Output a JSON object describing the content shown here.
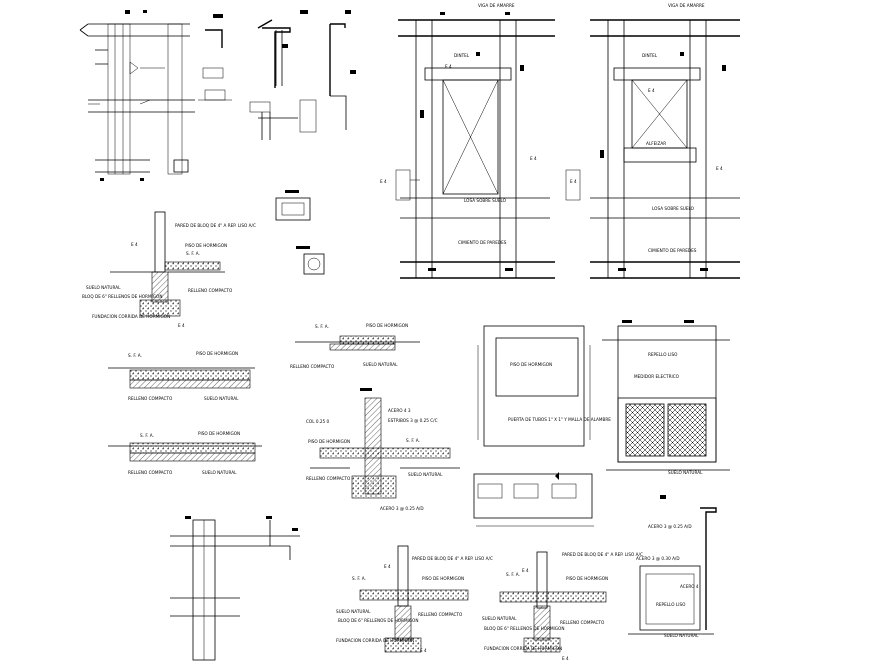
{
  "labels": {
    "viga_amarre_1": "VIGA DE AMARRE",
    "viga_amarre_2": "VIGA DE AMARRE",
    "dintel_1": "DINTEL",
    "dintel_2": "DINTEL",
    "losa_1": "LOSA SOBRE SUELO",
    "losa_2": "LOSA SOBRE SUELO",
    "cimiento_1": "CIMIENTO DE PAREDES",
    "cimiento_2": "CIMIENTO DE PAREDES",
    "alfeizar": "ALFEIZAR",
    "pared_bloque_1": "PARED DE BLOQ DE 4\" A REP. LISO A/C",
    "piso_hormigon_1": "PISO DE HORMIGON",
    "sfa_1": "S. F. A.",
    "suelo_natural_1": "SUELO NATURAL",
    "relleno_1": "RELLENO COMPACTO",
    "bloq_relleno_1": "BLOQ DE 6\" RELLENOS DE HORMIGON",
    "fundacion_1": "FUNDACION CORRIDA DE HORMIGON",
    "sfa_2": "S. F. A.",
    "piso_hormigon_2": "PISO DE HORMIGON",
    "relleno_2": "RELLENO COMPACTO",
    "suelo_natural_2": "SUELO NATURAL",
    "sfa_3": "S. F. A.",
    "piso_hormigon_3": "PISO DE HORMIGON",
    "relleno_3": "RELLENO COMPACTO",
    "suelo_natural_3": "SUELO NATURAL",
    "sfa_4": "S. F. A.",
    "piso_hormigon_4": "PISO DE HORMIGON",
    "relleno_4": "RELLENO COMPACTO",
    "suelo_natural_4": "SUELO NATURAL",
    "col": "COL 0.25 0",
    "piso_hormigon_5": "PISO DE HORMIGON",
    "relleno_5": "RELLENO COMPACTO",
    "acero_1": "ACERO 4 3",
    "estribos": "ESTRIBOS 3 @ 0.25 C/C",
    "sfa_5": "S. F. A.",
    "suelo_natural_5": "SUELO NATURAL",
    "acero_2": "ACERO 3 @ 0.25 A/D",
    "piso_hormigon_6": "PISO DE HORMIGON",
    "puerta": "PUERTA DE TUBOS 1\" X 1\" Y MALLA DE ALAMBRE",
    "repello": "REPELLO LISO",
    "medidor": "MEDIDOR ELECTRICO",
    "suelo_natural_6": "SUELO NATURAL",
    "acero_3": "ACERO 3 @ 0.25 A/D",
    "acero_4": "ACERO 3 @ 0.30 A/D",
    "acero_5": "ACERO 4",
    "repello_2": "REPELLO LISO",
    "suelo_natural_7": "SUELO NATURAL",
    "pared_bloque_2": "PARED DE BLOQ DE 4\" A REP. LISO A/C",
    "sfa_6": "S. F. A.",
    "piso_hormigon_7": "PISO DE HORMIGON",
    "suelo_natural_8": "SUELO NATURAL",
    "bloq_relleno_2": "BLOQ DE 6\" RELLENOS DE HORMIGON",
    "relleno_6": "RELLENO COMPACTO",
    "fundacion_2": "FUNDACION CORRIDA DE HORMIGON",
    "pared_bloque_3": "PARED DE BLOQ DE 4\" A REP. LISO A/C",
    "sfa_7": "S. F. A.",
    "piso_hormigon_8": "PISO DE HORMIGON",
    "suelo_natural_9": "SUELO NATURAL",
    "bloq_relleno_3": "BLOQ DE 6\" RELLENOS DE HORMIGON",
    "relleno_7": "RELLENO COMPACTO",
    "fundacion_3": "FUNDACION CORRIDA DE HORMIGON",
    "e4_a": "E 4",
    "e4_b": "E 4",
    "e4_c": "E 4",
    "e4_d": "E 4",
    "e4_e": "E 4",
    "e4_f": "E 4",
    "e4_g": "E 4",
    "e4_h": "E 4",
    "e4_i": "E 4",
    "e4_j": "E 4",
    "e4_k": "E 4",
    "e4_l": "E 4"
  }
}
